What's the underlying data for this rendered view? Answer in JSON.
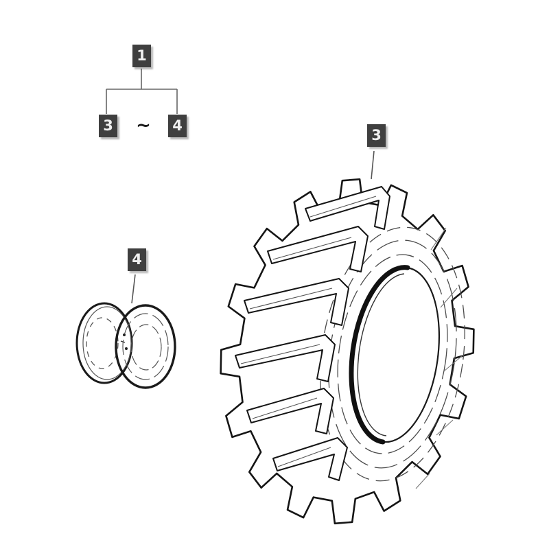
{
  "colors": {
    "background": "#ffffff",
    "badge_background": "#3f3f3f",
    "badge_text": "#f0f0f0",
    "connector_line": "#666666",
    "artwork_line": "#1a1a1a"
  },
  "hierarchy": {
    "root_label": "1",
    "left_child_label": "3",
    "separator": "~",
    "right_child_label": "4"
  },
  "callouts": {
    "tire_label": "3",
    "rim_label": "4"
  }
}
